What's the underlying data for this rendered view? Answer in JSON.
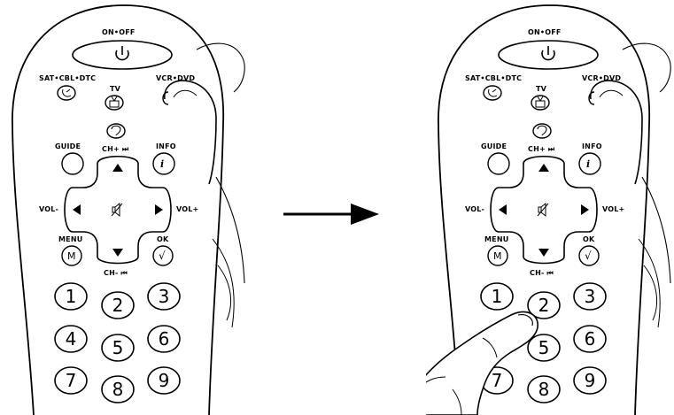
{
  "figure": {
    "left_panel": {
      "state": "before"
    },
    "right_panel": {
      "state": "after"
    }
  },
  "labels": {
    "on_off": "ON•OFF",
    "sat_cbl_dtc": "SAT•CBL•DTC",
    "tv": "TV",
    "vcr_dvd": "VCR•DVD",
    "guide": "GUIDE",
    "info": "INFO",
    "ch_plus": "CH+ ⏭",
    "vol_minus": "VOL-",
    "vol_plus": "VOL+",
    "menu": "MENU",
    "ok": "OK",
    "ch_minus": "CH- ⏮"
  },
  "keys": {
    "menu_glyph": "M",
    "ok_glyph": "√",
    "info_glyph": "i",
    "n1": "1",
    "n2": "2",
    "n3": "3",
    "n4": "4",
    "n5": "5",
    "n6": "6",
    "n7": "7",
    "n8": "8",
    "n9": "9"
  },
  "icons": {
    "power": "power-icon",
    "satellite": "satellite-dish-icon",
    "tv": "tv-icon",
    "mute": "mute-icon",
    "transition_arrow": "right-arrow-icon"
  },
  "colors": {
    "ink": "#000000",
    "paper": "#ffffff"
  }
}
